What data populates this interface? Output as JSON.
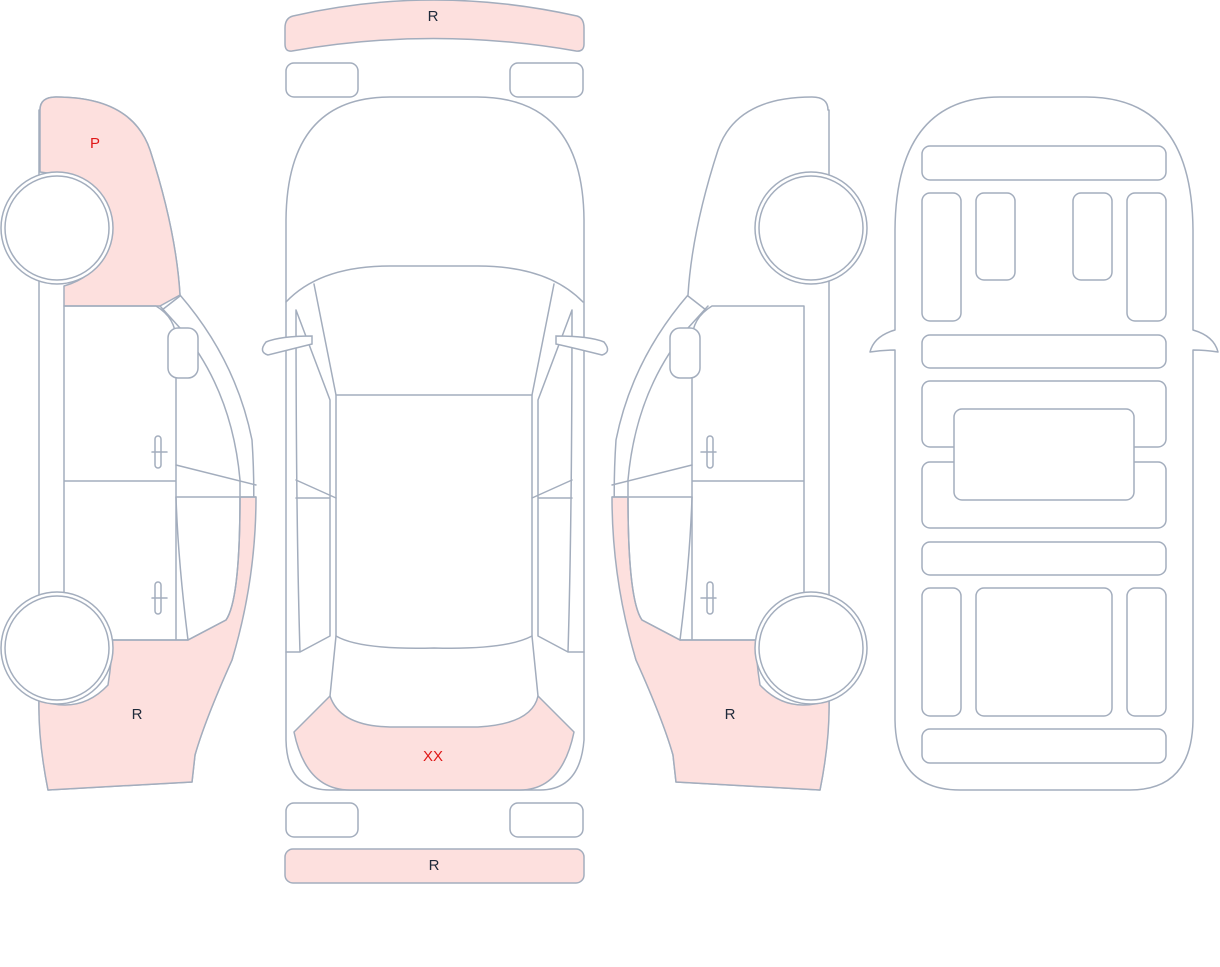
{
  "colors": {
    "outline": "#a3adbd",
    "damaged_fill": "#fde0de",
    "mark_default": "#1f2a3a",
    "mark_alert": "#e01818"
  },
  "marks": {
    "left_front_fender": "P",
    "left_rear_quarter": "R",
    "front_bumper": "R",
    "rear_hatch": "XX",
    "rear_bumper": "R",
    "right_rear_quarter": "R"
  }
}
